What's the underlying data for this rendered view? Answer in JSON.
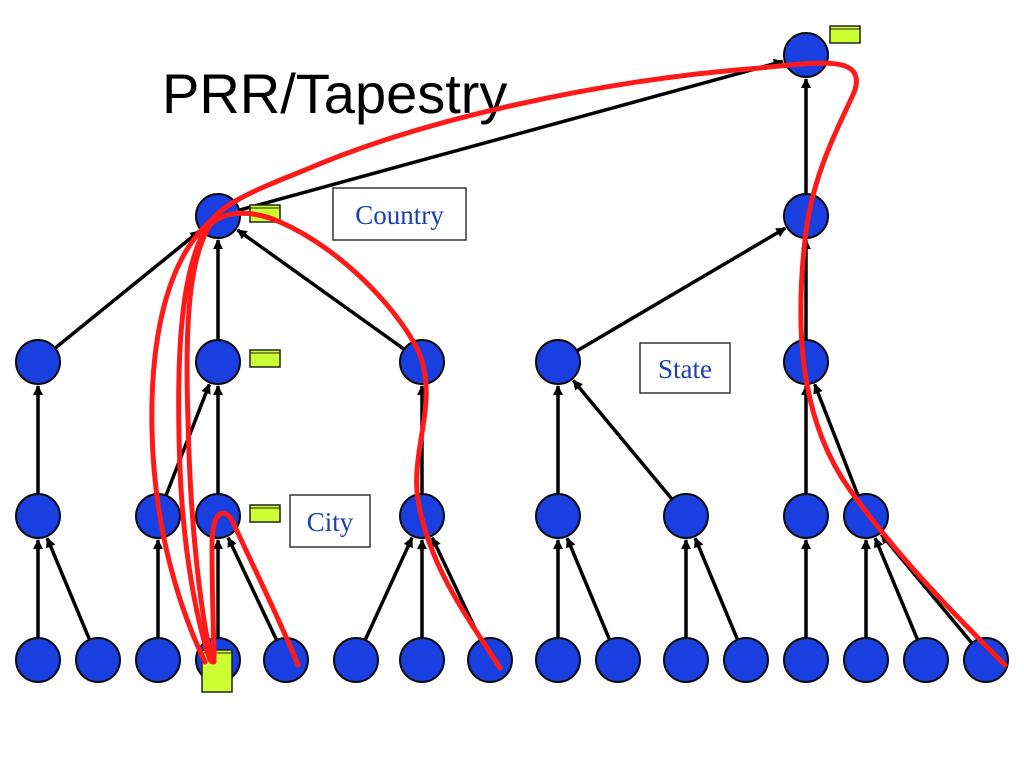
{
  "title": "PRR/Tapestry",
  "labels": {
    "country": "Country",
    "state": "State",
    "city": "City"
  },
  "colors": {
    "node_fill": "#1a3fe0",
    "node_stroke": "#0a0a0a",
    "edge": "#000000",
    "route": "#ff1a1a",
    "pointer_fill": "#ccff33",
    "label_text": "#1a3fb0",
    "label_border": "#333333"
  },
  "icons": {
    "node": "circle",
    "object_pointer": "scroll-icon"
  }
}
